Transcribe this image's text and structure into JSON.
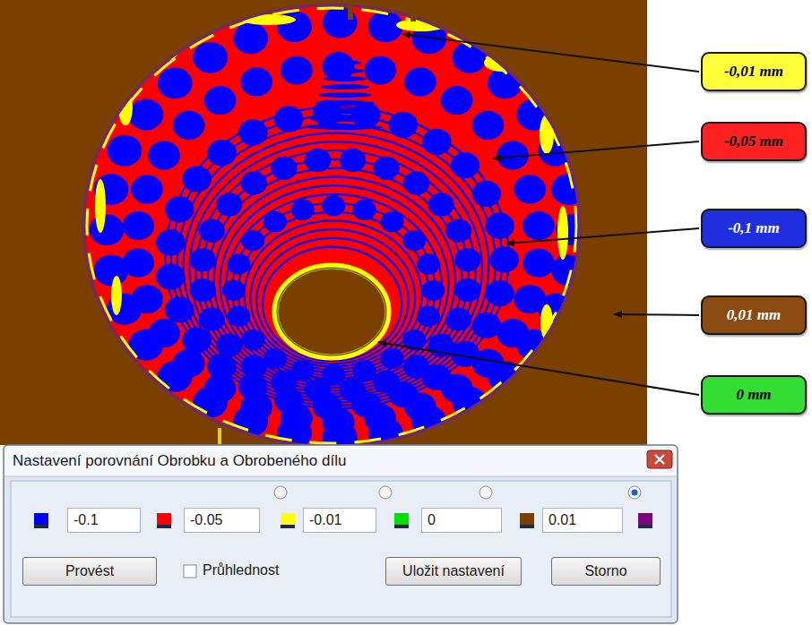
{
  "diagram": {
    "nodes": [
      {
        "text": [
          "-0,01 mm"
        ]
      },
      {
        "text": [
          "-0,05 mm"
        ]
      },
      {
        "text": [
          "-0,1 mm"
        ]
      },
      {
        "text": [
          "0,01 mm"
        ]
      },
      {
        "text": [
          "0 mm"
        ]
      }
    ],
    "labels": [
      "Nastavení porovnání Obrobku a Obrobeného dílu",
      "Provést",
      "Průhlednost",
      "Uložit nastavení",
      "Storno"
    ],
    "legend": [
      {
        "text": "-0.1",
        "color": "#0000ff"
      },
      {
        "text": "-0.05",
        "color": "#ff0000"
      },
      {
        "text": "-0.01",
        "color": "#ffff00"
      },
      {
        "text": "0",
        "color": "#00e000"
      },
      {
        "text": "0.01",
        "color": "#7b3f00"
      }
    ]
  }
}
